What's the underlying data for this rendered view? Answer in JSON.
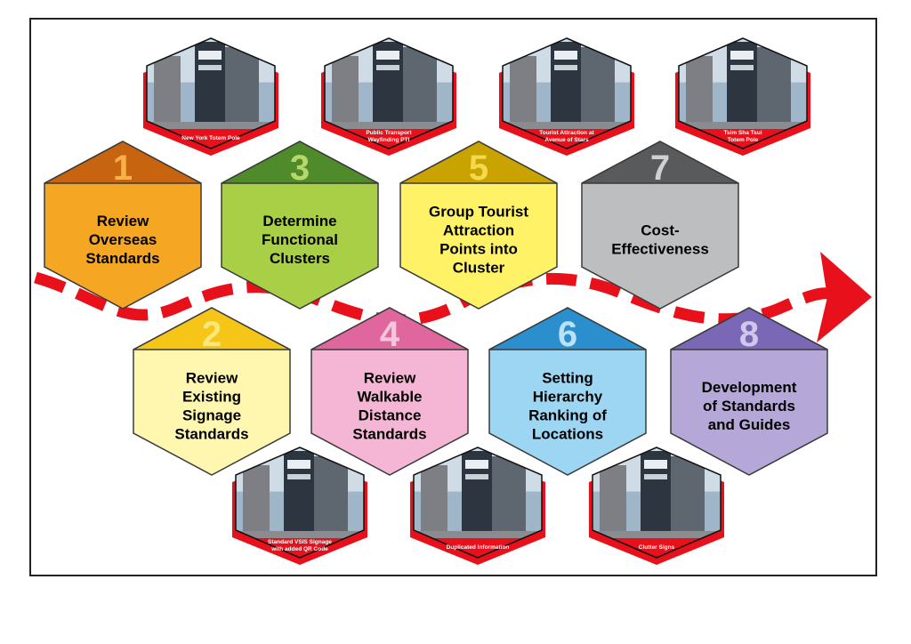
{
  "steps": [
    {
      "number": "1",
      "lines": [
        "Review",
        "Overseas",
        "Standards"
      ],
      "fill": "#f5a623",
      "header": "#c7640f",
      "num_color": "#f7b04a"
    },
    {
      "number": "2",
      "lines": [
        "Review",
        "Existing",
        "Signage",
        "Standards"
      ],
      "fill": "#fff7b0",
      "header": "#f5c518",
      "num_color": "#fde77a"
    },
    {
      "number": "3",
      "lines": [
        "Determine",
        "Functional",
        "Clusters"
      ],
      "fill": "#a8cf45",
      "header": "#4f8a2b",
      "num_color": "#b6d86a"
    },
    {
      "number": "4",
      "lines": [
        "Review",
        "Walkable",
        "Distance",
        "Standards"
      ],
      "fill": "#f4b6d4",
      "header": "#e0679d",
      "num_color": "#f7c6dd"
    },
    {
      "number": "5",
      "lines": [
        "Group Tourist",
        "Attraction",
        "Points into",
        "Cluster"
      ],
      "fill": "#fff266",
      "header": "#c9a400",
      "num_color": "#f3d94b"
    },
    {
      "number": "6",
      "lines": [
        "Setting",
        "Hierarchy",
        "Ranking of",
        "Locations"
      ],
      "fill": "#9dd6f3",
      "header": "#2b8fce",
      "num_color": "#b9e2f7"
    },
    {
      "number": "7",
      "lines": [
        "Cost-",
        "Effectiveness"
      ],
      "fill": "#bdbec0",
      "header": "#585a5c",
      "num_color": "#cfd0d2"
    },
    {
      "number": "8",
      "lines": [
        "Development",
        "of Standards",
        "and Guides"
      ],
      "fill": "#b5a8d8",
      "header": "#7a68b6",
      "num_color": "#d0c8ea"
    }
  ],
  "photos_top": [
    {
      "caption_lines": [
        "New York Totem Pole"
      ],
      "icon": "new-york-totem-pole-photo"
    },
    {
      "caption_lines": [
        "Public Transport",
        "Wayfinding PTI"
      ],
      "icon": "pti-wayfinding-photo"
    },
    {
      "caption_lines": [
        "Tourist Attraction at",
        "Avenue of Stars"
      ],
      "icon": "avenue-of-stars-photo"
    },
    {
      "caption_lines": [
        "Tsim Sha Tsui",
        "Totem Pole"
      ],
      "icon": "tsim-sha-tsui-totem-photo"
    }
  ],
  "photos_bottom": [
    {
      "caption_lines": [
        "Standard VSIS Signage",
        "with added QR Code"
      ],
      "icon": "vsis-signage-photo"
    },
    {
      "caption_lines": [
        "Duplicated Information"
      ],
      "icon": "duplicated-information-photo"
    },
    {
      "caption_lines": [
        "Clutter Signs"
      ],
      "icon": "clutter-signs-photo"
    }
  ],
  "colors": {
    "arrow": "#e8101a",
    "caption_band": "#e8101a",
    "border": "#222222"
  }
}
